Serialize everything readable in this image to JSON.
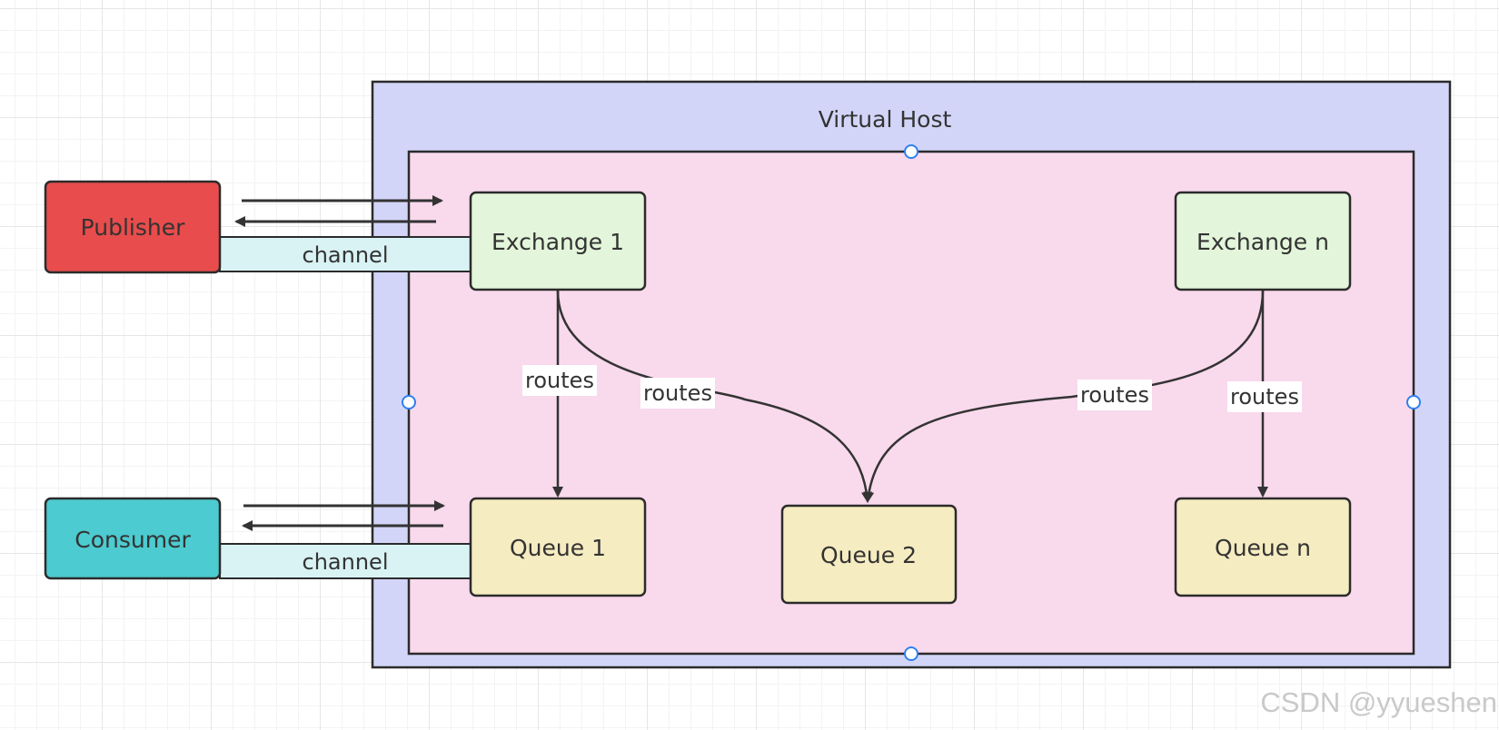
{
  "virtual_host": {
    "label": "Virtual Host"
  },
  "nodes": {
    "publisher": {
      "label": "Publisher"
    },
    "consumer": {
      "label": "Consumer"
    },
    "exchange_1": {
      "label": "Exchange 1"
    },
    "exchange_n": {
      "label": "Exchange n"
    },
    "queue_1": {
      "label": "Queue 1"
    },
    "queue_2": {
      "label": "Queue 2"
    },
    "queue_n": {
      "label": "Queue n"
    }
  },
  "channels": {
    "publisher_channel": {
      "label": "channel"
    },
    "consumer_channel": {
      "label": "channel"
    }
  },
  "edges": {
    "ex1_to_q1": {
      "label": "routes"
    },
    "ex1_to_q2": {
      "label": "routes"
    },
    "exn_to_q2": {
      "label": "routes"
    },
    "exn_to_qn": {
      "label": "routes"
    }
  },
  "watermark": {
    "text": "CSDN @yyueshen"
  },
  "colors": {
    "virtual_host_fill": "#d3d5f8",
    "inner_fill": "#f9d9ec",
    "publisher_fill": "#e84c4c",
    "consumer_fill": "#4ccbd0",
    "exchange_fill": "#e3f5da",
    "queue_fill": "#f6ecc1",
    "channel_fill": "#d9f3f5",
    "stroke": "#2b2b2b",
    "handle": "#2f80ed"
  }
}
